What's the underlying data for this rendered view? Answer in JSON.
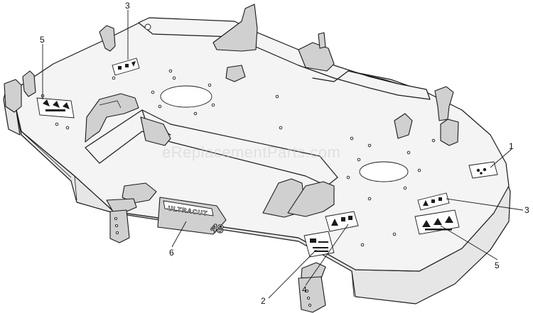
{
  "watermark": "eReplacementParts.com",
  "logo": {
    "brand": "ULTRACUT",
    "size": "48"
  },
  "callouts": [
    {
      "id": "c1",
      "label": "1"
    },
    {
      "id": "c2",
      "label": "2"
    },
    {
      "id": "c3a",
      "label": "3"
    },
    {
      "id": "c3b",
      "label": "3"
    },
    {
      "id": "c4",
      "label": "4"
    },
    {
      "id": "c5a",
      "label": "5"
    },
    {
      "id": "c5b",
      "label": "5"
    },
    {
      "id": "c6",
      "label": "6"
    }
  ]
}
